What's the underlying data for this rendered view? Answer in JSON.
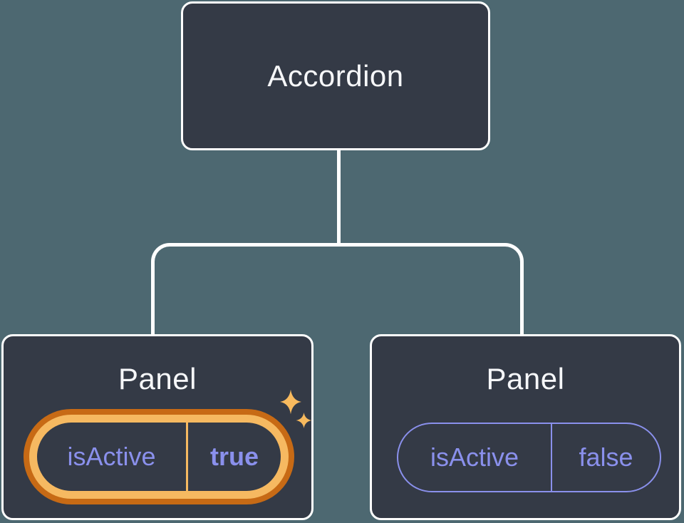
{
  "colors": {
    "background": "#4D6871",
    "node_fill": "#343A46",
    "node_border": "#FFFFFF",
    "connector": "#FFFFFF",
    "text_primary": "#F6F7F9",
    "state_purple": "#8A90EC",
    "highlight_orange_dark": "#C76A15",
    "highlight_orange_light": "#F6B961",
    "sparkle": "#F8BA5E"
  },
  "icons": {
    "sparkle_big": "sparkle-icon",
    "sparkle_small": "sparkle-icon"
  },
  "tree": {
    "root": {
      "label": "Accordion"
    },
    "children": [
      {
        "label": "Panel",
        "state": {
          "name": "isActive",
          "value": "true"
        },
        "highlighted": true
      },
      {
        "label": "Panel",
        "state": {
          "name": "isActive",
          "value": "false"
        },
        "highlighted": false
      }
    ]
  }
}
